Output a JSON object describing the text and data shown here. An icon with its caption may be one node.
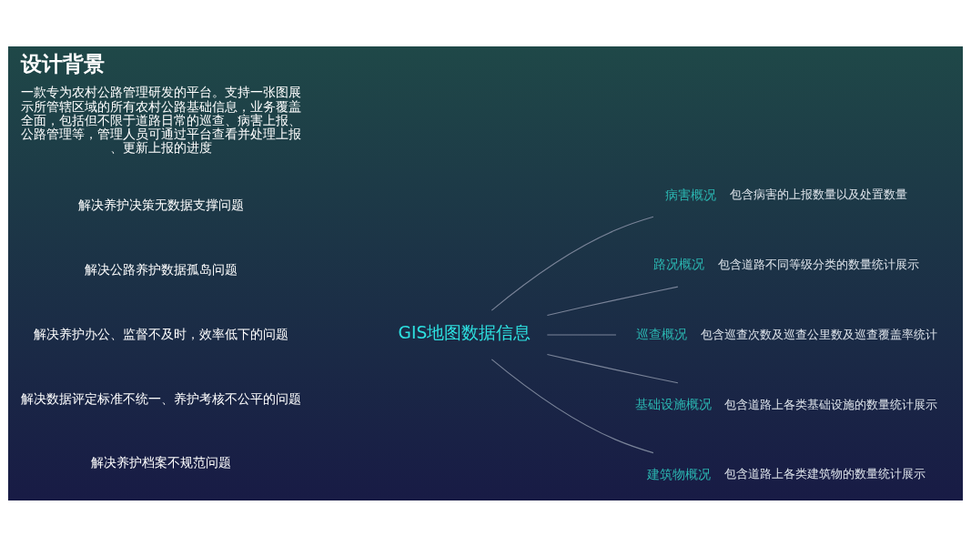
{
  "diagram": {
    "title": "设计背景",
    "nodes": [
      {
        "text": [
          "GIS地图数据信息"
        ]
      },
      {
        "text": [
          "病害概况"
        ],
        "beside": [
          "包含病害的上报数量以及处置数量"
        ]
      },
      {
        "text": [
          "路况概况"
        ],
        "beside": [
          "包含道路不同等级分类的数量统计展示"
        ]
      },
      {
        "text": [
          "巡查概况"
        ],
        "beside": [
          "包含巡查次数及巡查公里数及巡查覆盖率统计"
        ]
      },
      {
        "text": [
          "基础设施概况"
        ],
        "beside": [
          "包含道路上各类基础设施的数量统计展示"
        ]
      },
      {
        "text": [
          "建筑物概况"
        ],
        "beside": [
          "包含道路上各类建筑物的数量统计展示"
        ]
      }
    ],
    "edges": [
      {
        "from": 0,
        "to": 1,
        "arrow": "none"
      },
      {
        "from": 0,
        "to": 2,
        "arrow": "none"
      },
      {
        "from": 0,
        "to": 3,
        "arrow": "none"
      },
      {
        "from": 0,
        "to": 4,
        "arrow": "none"
      },
      {
        "from": 0,
        "to": 5,
        "arrow": "none"
      }
    ],
    "labels": [
      "一款专为农村公路管理研发的平台。支持一张图展示所管辖区域的所有农村公路基础信息，业务覆盖全面，包括但不限于道路日常的巡查、病害上报、公路管理等，管理人员可通过平台查看并处理上报、更新上报的进度",
      "解决养护决策无数据支撑问题",
      "解决公路养护数据孤岛问题",
      "解决养护办公、监督不及时，效率低下的问题",
      "解决数据评定标准不统一、养护考核不公平的问题",
      "解决养护档案不规范问题"
    ]
  }
}
